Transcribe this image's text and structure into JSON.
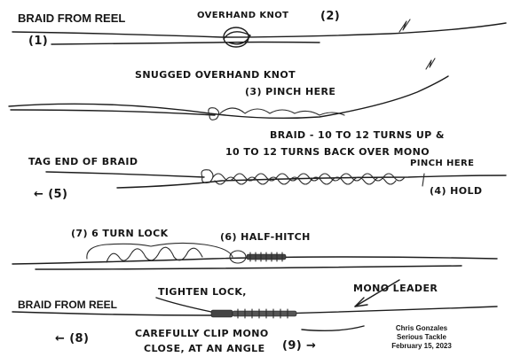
{
  "labels": {
    "braid_from_reel_top": "BRAID FROM REEL",
    "overhand_knot": "OVERHAND KNOT",
    "step1": "(1)",
    "step2": "(2)",
    "snugged_overhand_knot": "SNUGGED OVERHAND KNOT",
    "step3_pinch": "(3) PINCH HERE",
    "braid_turns_line1": "BRAID - 10 TO 12 TURNS UP &",
    "braid_turns_line2": "10 TO 12 TURNS BACK OVER MONO",
    "tag_end_of_braid": "TAG END OF BRAID",
    "pinch_here": "PINCH HERE",
    "step4_hold": "(4) HOLD",
    "step5": "← (5)",
    "step7_lock": "(7) 6 TURN LOCK",
    "step6_half_hitch": "(6) HALF-HITCH",
    "mono_leader": "MONO LEADER",
    "braid_from_reel_bottom": "BRAID FROM REEL",
    "tighten_lock": "TIGHTEN LOCK,",
    "clip_line1": "CAREFULLY CLIP MONO",
    "clip_line2": "CLOSE, AT AN ANGLE",
    "step8": "← (8)",
    "step9": "(9) →"
  },
  "credit": {
    "name": "Chris Gonzales",
    "company": "Serious Tackle",
    "date": "February 15, 2023"
  }
}
